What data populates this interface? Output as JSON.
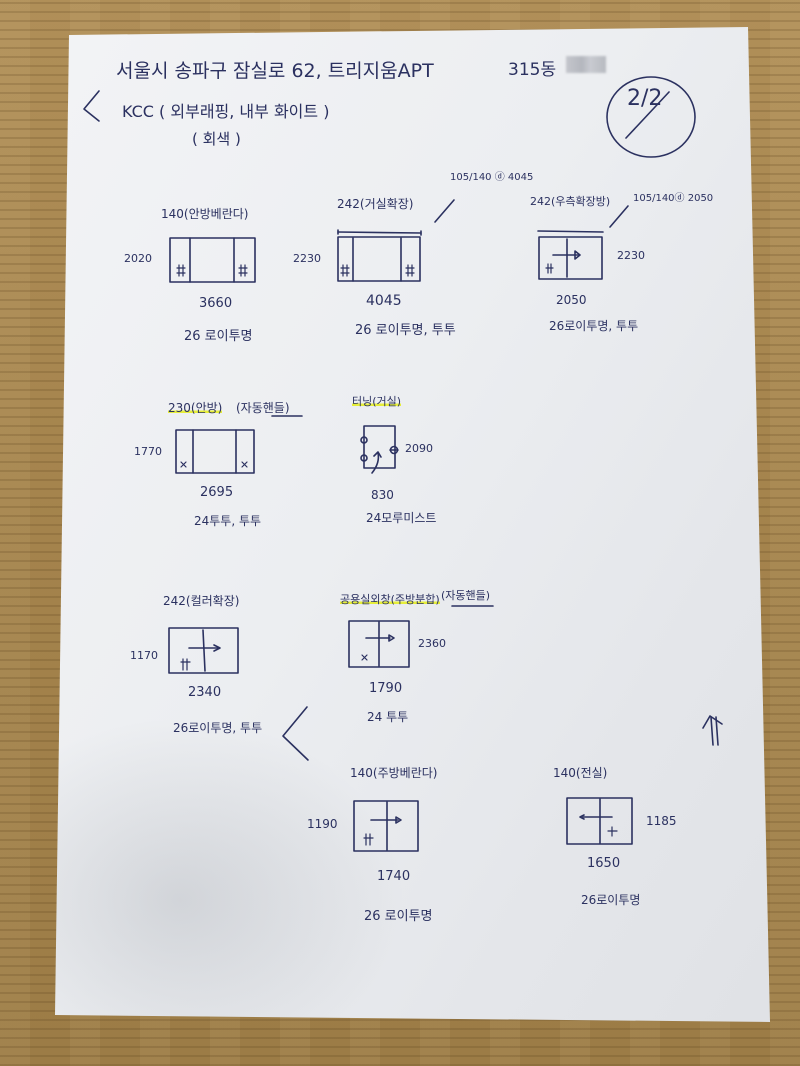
{
  "document": {
    "type": "handwritten window order sheet",
    "header": {
      "address": "서울시  송파구  잠실로 62, 트리지움APT",
      "building": "315동",
      "unit": "[redacted]",
      "brand_line": "KCC ( 외부래핑,  내부 화이트 )",
      "color_note": "( 회색 )",
      "page_marker": "2/2"
    },
    "windows": [
      {
        "id": "w1",
        "label": "140(안방베란다)",
        "height": "2020",
        "width": "3660",
        "glass": "26 로이투명",
        "panels": 3,
        "marks": [
          "#",
          "#"
        ]
      },
      {
        "id": "w2",
        "label": "242(거실확장)",
        "height": "2230",
        "width": "4045",
        "glass": "26 로이투명, 투투",
        "panels": 3,
        "marks": [
          "#",
          "#"
        ],
        "top_note": "105/140 ⓓ 4045"
      },
      {
        "id": "w3",
        "label": "242(우측확장방)",
        "height": "2230",
        "width": "2050",
        "glass": "26로이투명, 투투",
        "panels": 2,
        "marks": [
          "#"
        ],
        "top_note": "105/140ⓓ 2050"
      },
      {
        "id": "w4",
        "label": "230(안방)",
        "label_extra": "(자동핸들)",
        "height": "1770",
        "width": "2695",
        "glass": "24투투, 투투",
        "panels": 3,
        "marks": [
          "x",
          "x"
        ]
      },
      {
        "id": "w5",
        "label": "터닝(거실)",
        "height": "2090",
        "width": "830",
        "glass": "24모루미스트",
        "panels": 1
      },
      {
        "id": "w6",
        "label": "242(컬러확장)",
        "height": "1170",
        "width": "2340",
        "glass": "26로이투명, 투투",
        "panels": 2,
        "marks": [
          "#"
        ]
      },
      {
        "id": "w7",
        "label": "공용실외창(주방분합)",
        "label_extra": "(자동핸들)",
        "height": "2360",
        "width": "1790",
        "glass": "24 투투",
        "panels": 2,
        "marks": [
          "x"
        ]
      },
      {
        "id": "w8",
        "label": "140(주방베란다)",
        "height": "1190",
        "width": "1740",
        "glass": "26 로이투명",
        "panels": 2,
        "marks": [
          "#"
        ]
      },
      {
        "id": "w9",
        "label": "140(전실)",
        "height": "1185",
        "width": "1650",
        "glass": "26로이투명",
        "panels": 2,
        "marks": [
          "+"
        ]
      }
    ],
    "symbols": {
      "back_arrow_top": "chevron-left",
      "back_arrow_mid": "chevron-left",
      "up_arrow": "double-arrow-up"
    },
    "colors": {
      "ink": "#2b3160",
      "highlighter": "#e6ee3a",
      "paper": "#eceef1",
      "desk": "#a8874f"
    }
  }
}
